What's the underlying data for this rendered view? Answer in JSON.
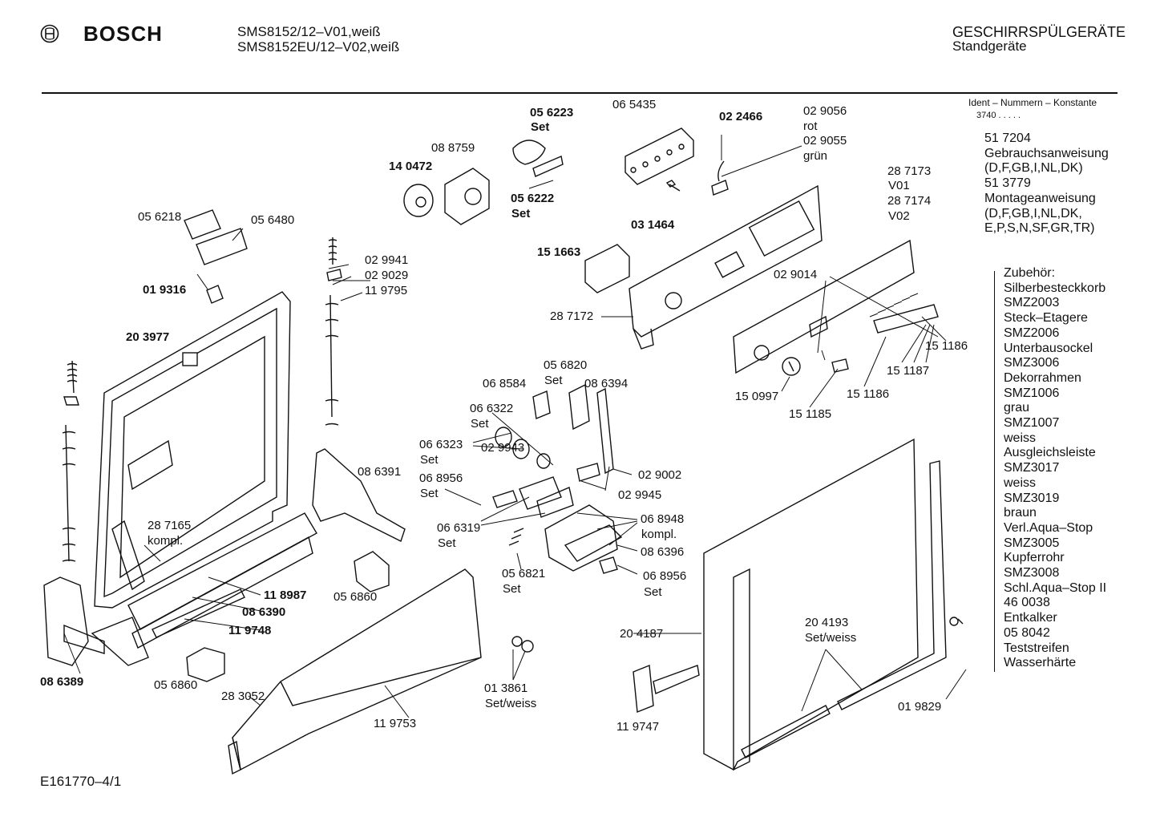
{
  "header": {
    "brand": "BOSCH",
    "model_line1": "SMS8152/12–V01,weiß",
    "model_line2": "SMS8152EU/12–V02,weiß",
    "category": "GESCHIRRSPÜLGERÄTE",
    "subcategory": "Standgeräte",
    "logo_icon": "bosch-armature-logo-icon"
  },
  "ident": {
    "title": "Ident – Nummern – Konstante",
    "value": "3740 . . . . ."
  },
  "documents": [
    "51 7204",
    "Gebrauchsanweisung",
    "(D,F,GB,I,NL,DK)",
    "51 3779",
    "Montageanweisung",
    "(D,F,GB,I,NL,DK,",
    "E,P,S,N,SF,GR,TR)"
  ],
  "accessories": [
    "Zubehör:",
    "Silberbesteckkorb",
    "SMZ2003",
    "Steck–Etagere",
    "SMZ2006",
    "Unterbausockel",
    "SMZ3006",
    "Dekorrahmen",
    "SMZ1006",
    "grau",
    "SMZ1007",
    "weiss",
    "Ausgleichsleiste",
    "SMZ3017",
    "weiss",
    "SMZ3019",
    "braun",
    "Verl.Aqua–Stop",
    "SMZ3005",
    "Kupferrohr",
    "SMZ3008",
    "Schl.Aqua–Stop II",
    "46 0038",
    "Entkalker",
    "05 8042",
    "Teststreifen",
    "Wasserhärte"
  ],
  "parts": {
    "p056223": "05 6223",
    "p056223_set": "Set",
    "p065435": "06 5435",
    "p022466": "02 2466",
    "p029056": "02 9056",
    "p029056_note": "rot",
    "p029055": "02 9055",
    "p029055_note": "grün",
    "p088759": "08 8759",
    "p140472": "14 0472",
    "p056222": "05 6222",
    "p056222_set": "Set",
    "p031464": "03 1464",
    "p287173": "28 7173",
    "p287173_note": "V01",
    "p287174": "28 7174",
    "p287174_note": "V02",
    "p056218": "05 6218",
    "p056480": "05 6480",
    "p151663": "15 1663",
    "p029941": "02 9941",
    "p029029": "02 9029",
    "p119795": "11 9795",
    "p019316": "01 9316",
    "p029014": "02 9014",
    "p287172": "28 7172",
    "p203977": "20 3977",
    "p151186a": "15 1186",
    "p151187": "15 1187",
    "p151186b": "15 1186",
    "p150997": "15 0997",
    "p151185": "15 1185",
    "p056820": "05 6820",
    "p056820_set": "Set",
    "p068584": "06 8584",
    "p086394": "08 6394",
    "p066322": "06 6322",
    "p066322_set": "Set",
    "p066323": "06 6323",
    "p066323_set": "Set",
    "p029943": "02 9943",
    "p086391": "08 6391",
    "p029002": "02 9002",
    "p068956a": "06 8956",
    "p068956a_set": "Set",
    "p029945": "02 9945",
    "p287165": "28 7165",
    "p287165_note": "kompl.",
    "p066319": "06 6319",
    "p066319_set": "Set",
    "p068948": "06 8948",
    "p068948_note": "kompl.",
    "p086396": "08 6396",
    "p056821": "05 6821",
    "p056821_set": "Set",
    "p068956b": "06 8956",
    "p068956b_set": "Set",
    "p118987": "11 8987",
    "p056860a": "05 6860",
    "p086390": "08 6390",
    "p119748": "11 9748",
    "p204187": "20 4187",
    "p204193": "20 4193",
    "p204193_set": "Set/weiss",
    "p086389": "08 6389",
    "p056860b": "05 6860",
    "p013861": "01 3861",
    "p013861_set": "Set/weiss",
    "p283052": "28 3052",
    "p119753": "11 9753",
    "p119747": "11 9747",
    "p019829": "01 9829"
  },
  "footer": {
    "drawing_id": "E161770–4/1"
  }
}
